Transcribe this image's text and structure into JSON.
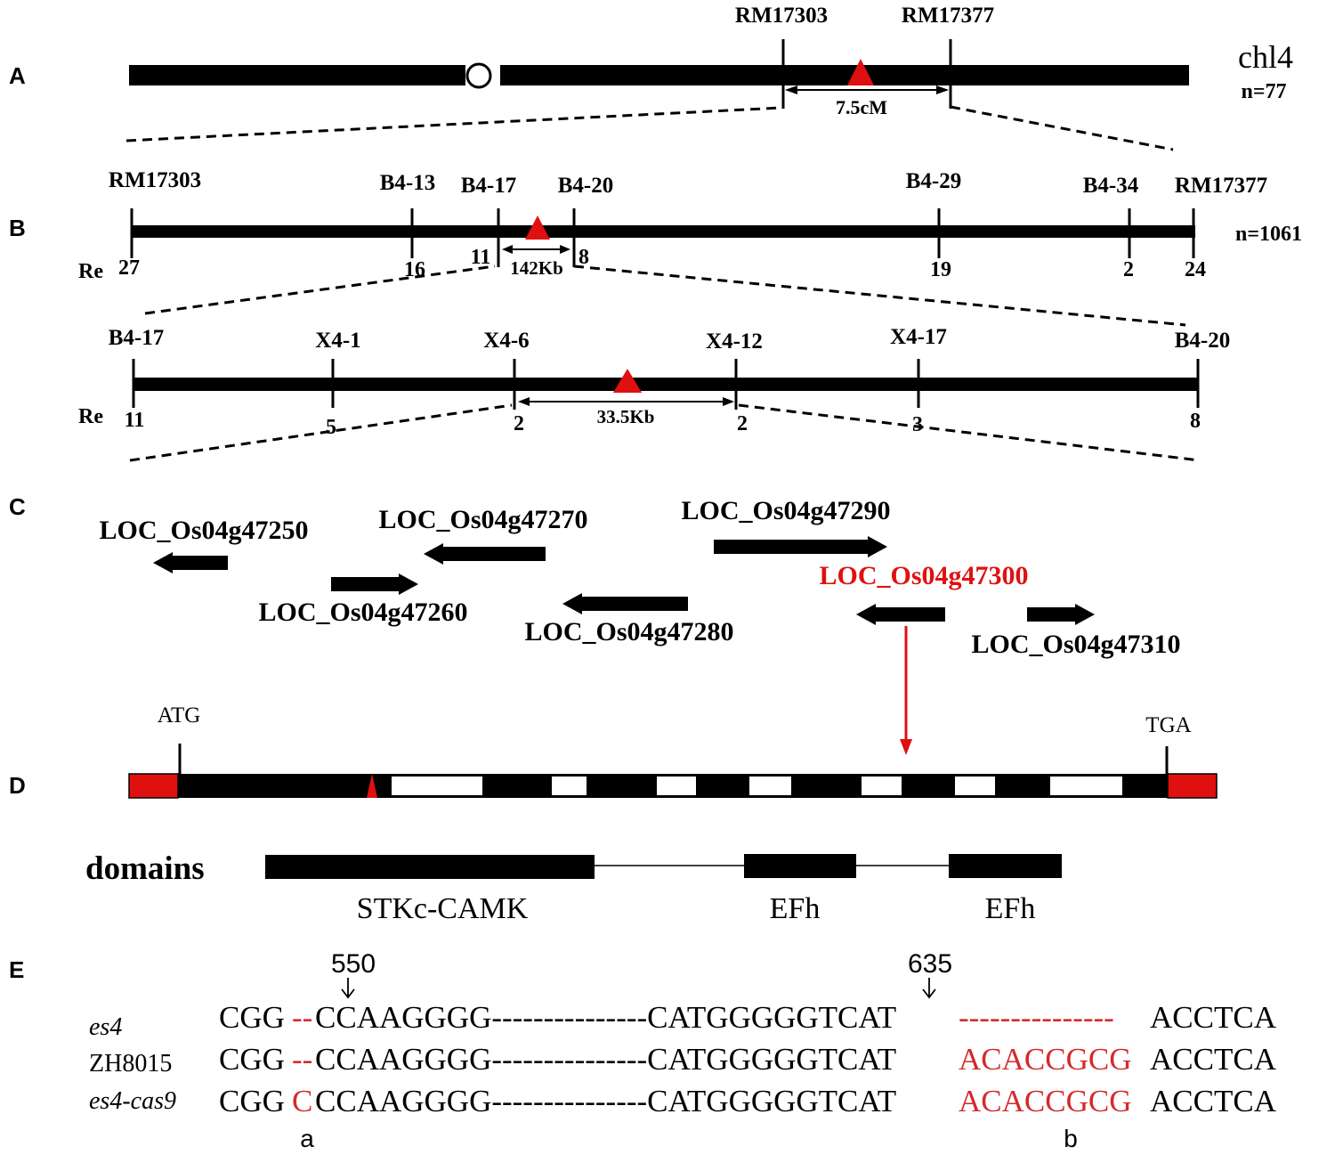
{
  "panels": {
    "a": "A",
    "b": "B",
    "c": "C",
    "d": "D",
    "e": "E"
  },
  "panelA": {
    "chromosome": "chl4",
    "n": "n=77",
    "markers": [
      "RM17303",
      "RM17377"
    ],
    "interval": "7.5cM"
  },
  "panelB1": {
    "n": "n=1061",
    "re_label": "Re",
    "markers": [
      "RM17303",
      "B4-13",
      "B4-17",
      "B4-20",
      "B4-29",
      "B4-34",
      "RM17377"
    ],
    "recombinants": [
      "27",
      "16",
      "11",
      "8",
      "19",
      "2",
      "24"
    ],
    "interval": "142Kb"
  },
  "panelB2": {
    "re_label": "Re",
    "markers": [
      "B4-17",
      "X4-1",
      "X4-6",
      "X4-12",
      "X4-17",
      "B4-20"
    ],
    "recombinants": [
      "11",
      "5",
      "2",
      "2",
      "3",
      "8"
    ],
    "interval": "33.5Kb"
  },
  "panelC": {
    "genes": [
      {
        "name": "LOC_Os04g47250",
        "direction": "left",
        "highlight": false
      },
      {
        "name": "LOC_Os04g47260",
        "direction": "right",
        "highlight": false
      },
      {
        "name": "LOC_Os04g47270",
        "direction": "left",
        "highlight": false
      },
      {
        "name": "LOC_Os04g47280",
        "direction": "left",
        "highlight": false
      },
      {
        "name": "LOC_Os04g47290",
        "direction": "right",
        "highlight": false
      },
      {
        "name": "LOC_Os04g47300",
        "direction": "left",
        "highlight": true
      },
      {
        "name": "LOC_Os04g47310",
        "direction": "right",
        "highlight": false
      }
    ]
  },
  "panelD": {
    "start_codon": "ATG",
    "stop_codon": "TGA",
    "domains_label": "domains",
    "domains": [
      "STKc-CAMK",
      "EFh",
      "EFh"
    ]
  },
  "panelE": {
    "positions": [
      "550",
      "635"
    ],
    "rows": [
      {
        "label": "es4",
        "italic": true,
        "s1": "CGG",
        "s2": "--",
        "s3": "CCAAGGGG---------------CATGGGGGTCAT",
        "s4": "---------------",
        "s5": "ACCTCA"
      },
      {
        "label": "ZH8015",
        "italic": false,
        "s1": "CGG",
        "s2": "--",
        "s3": "CCAAGGGG---------------CATGGGGGTCAT",
        "s4": "ACACCGCG",
        "s5": "ACCTCA"
      },
      {
        "label": "es4-cas9",
        "italic": true,
        "s1": "CGG",
        "s2": "C",
        "s3": "CCAAGGGG---------------CATGGGGGTCAT",
        "s4": "ACACCGCG",
        "s5": "ACCTCA"
      }
    ],
    "site_labels": [
      "a",
      "b"
    ]
  },
  "colors": {
    "black": "#000000",
    "red": "#e01010",
    "seq_red": "#d42a2a",
    "white": "#ffffff"
  }
}
